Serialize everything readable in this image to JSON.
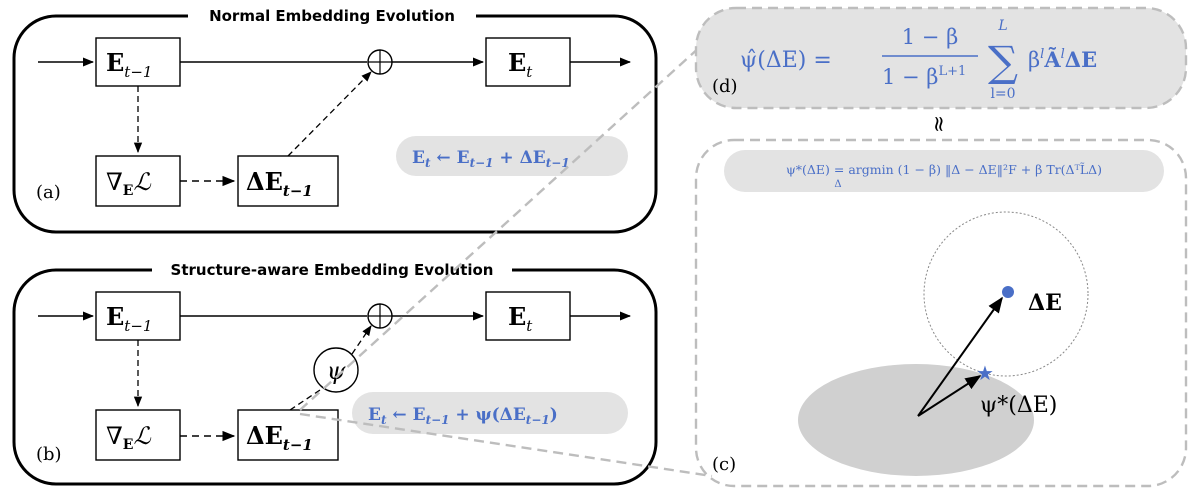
{
  "colors": {
    "accent_blue": "#4a6fc7",
    "pill_gray": "#e3e3e3",
    "ellipse_gray": "#d0d0d0",
    "dashed_gray": "#bdbdbd",
    "line": "#000000"
  },
  "panel_a": {
    "title": "Normal Embedding Evolution",
    "letter": "(a)",
    "node_prev": "E",
    "node_prev_sub": "t−1",
    "node_next": "E",
    "node_next_sub": "t",
    "node_grad": "∇",
    "node_grad_sub": "E",
    "node_grad_tail": "ℒ",
    "node_delta": "ΔE",
    "node_delta_sub": "t−1",
    "plus_symbol": "⊕",
    "update_rule": "E",
    "update_rule_parts": [
      "t",
      " ← E",
      "t−1",
      " + ΔE",
      "t−1"
    ]
  },
  "panel_b": {
    "title": "Structure-aware Embedding Evolution",
    "letter": "(b)",
    "node_prev": "E",
    "node_prev_sub": "t−1",
    "node_next": "E",
    "node_next_sub": "t",
    "node_grad": "∇",
    "node_grad_sub": "E",
    "node_grad_tail": "ℒ",
    "node_delta": "ΔE",
    "node_delta_sub": "t−1",
    "psi_symbol": "ψ",
    "plus_symbol": "⊕",
    "update_rule": "E",
    "update_rule_parts": [
      "t",
      " ← E",
      "t−1",
      " + ψ(ΔE",
      "t−1",
      ")"
    ]
  },
  "panel_d": {
    "letter": "(d)",
    "lhs": "ψ̂(ΔE) =",
    "frac_num": "1 − β",
    "frac_den": "1 − β",
    "frac_den_sup": "L+1",
    "sum_top": "L",
    "sum_bottom": "l=0",
    "sum_symbol": "∑",
    "term": "β",
    "term_sup": "l",
    "term_A": "Ã",
    "term_A_sup": "l",
    "term_tail": "ΔE"
  },
  "approx_symbol": "≈",
  "panel_c": {
    "letter": "(c)",
    "formula": "ψ*(ΔE) = argmin (1 − β) ‖Δ − ΔE‖²F + β Tr(ΔᵀL̃Δ)",
    "formula_argmin_sub": "Δ",
    "label_delta": "ΔE",
    "label_psi": "ψ*(ΔE)"
  }
}
